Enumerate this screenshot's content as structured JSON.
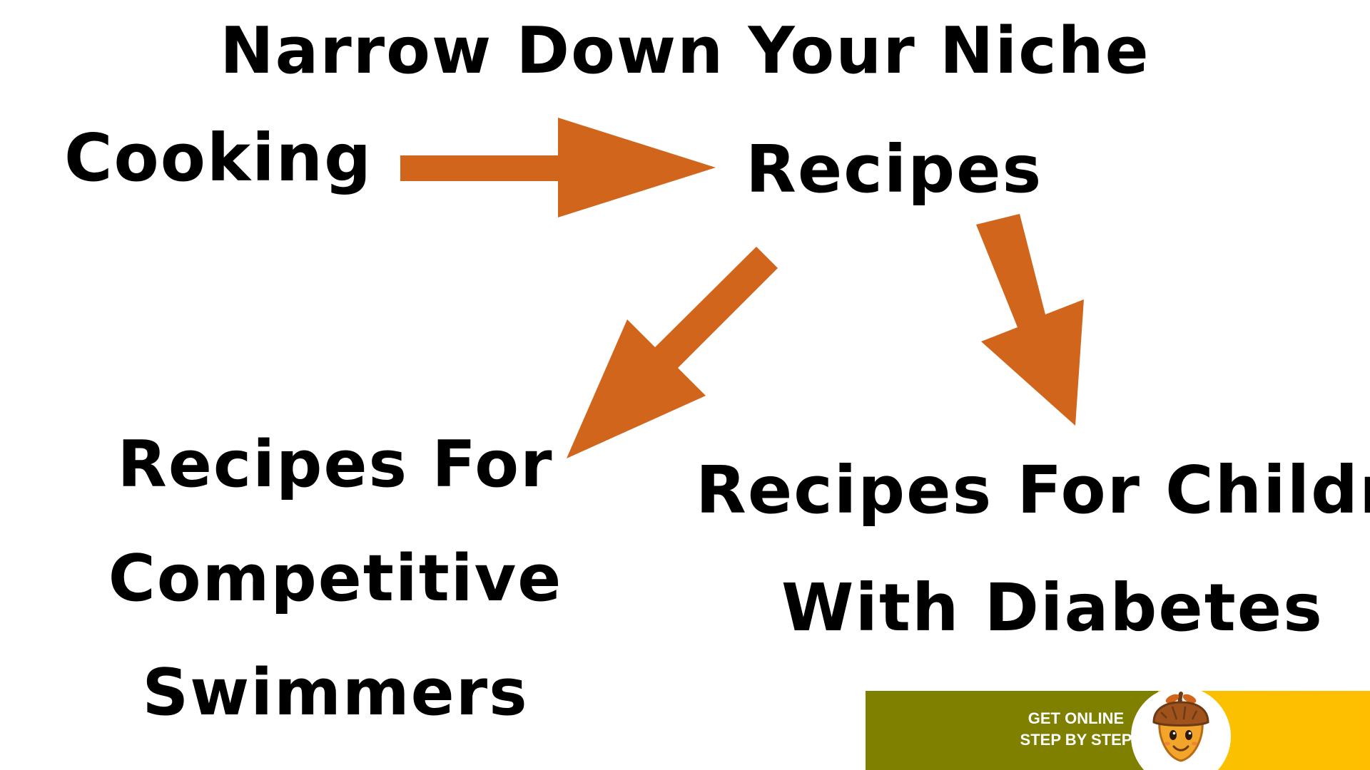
{
  "title": "Narrow Down Your Niche",
  "nodes": {
    "cooking": "Cooking",
    "recipes": "Recipes",
    "swimmers": {
      "line1": "Recipes For",
      "line2": "Competitive",
      "line3": "Swimmers"
    },
    "diabetes": {
      "line1": "Recipes For Children",
      "line2": "With Diabetes"
    }
  },
  "edges": [
    {
      "from": "cooking",
      "to": "recipes"
    },
    {
      "from": "recipes",
      "to": "swimmers"
    },
    {
      "from": "recipes",
      "to": "diabetes"
    }
  ],
  "brand": {
    "line1": "GET ONLINE",
    "line2": "STEP BY STEP",
    "logo_icon": "acorn-icon"
  },
  "colors": {
    "arrow": "#d1651b",
    "text": "#000000",
    "banner_left": "#7f7f00",
    "banner_right": "#ffbf00"
  }
}
